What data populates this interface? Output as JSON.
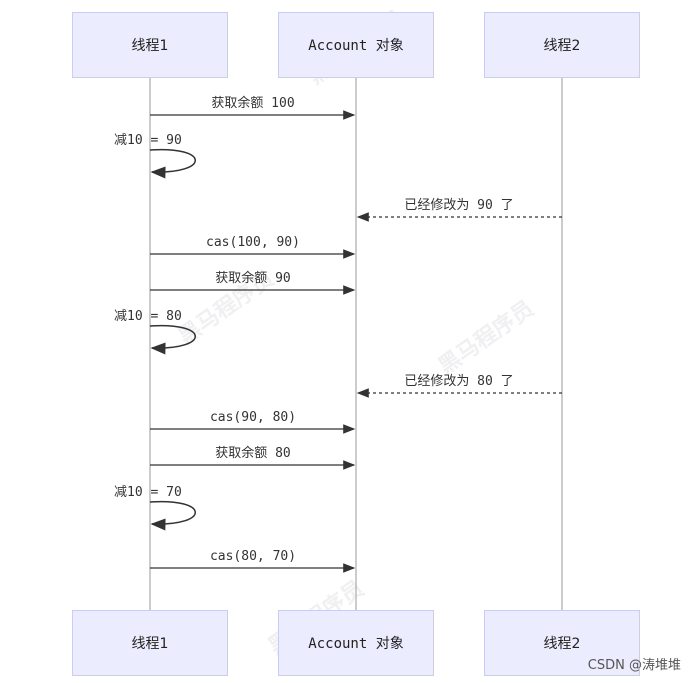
{
  "participants": {
    "thread1": "线程1",
    "account": "Account 对象",
    "thread2": "线程2"
  },
  "messages": [
    {
      "id": "m1",
      "text": "获取余额 100",
      "from": "thread1",
      "to": "account",
      "style": "solid"
    },
    {
      "id": "m2",
      "text": "减10 = 90",
      "from": "thread1",
      "to": "thread1",
      "style": "self"
    },
    {
      "id": "m3",
      "text": "已经修改为 90 了",
      "from": "thread2",
      "to": "account",
      "style": "dotted"
    },
    {
      "id": "m4",
      "text": "cas(100, 90)",
      "from": "thread1",
      "to": "account",
      "style": "solid"
    },
    {
      "id": "m5",
      "text": "获取余额 90",
      "from": "thread1",
      "to": "account",
      "style": "solid"
    },
    {
      "id": "m6",
      "text": "减10 = 80",
      "from": "thread1",
      "to": "thread1",
      "style": "self"
    },
    {
      "id": "m7",
      "text": "已经修改为 80 了",
      "from": "thread2",
      "to": "account",
      "style": "dotted"
    },
    {
      "id": "m8",
      "text": "cas(90, 80)",
      "from": "thread1",
      "to": "account",
      "style": "solid"
    },
    {
      "id": "m9",
      "text": "获取余额 80",
      "from": "thread1",
      "to": "account",
      "style": "solid"
    },
    {
      "id": "m10",
      "text": "减10 = 70",
      "from": "thread1",
      "to": "thread1",
      "style": "self"
    },
    {
      "id": "m11",
      "text": "cas(80, 70)",
      "from": "thread1",
      "to": "account",
      "style": "solid"
    }
  ],
  "watermark": "黑马程序员",
  "footer": "CSDN @涛堆堆",
  "colors": {
    "actor_fill": "#ECECFF",
    "actor_border": "#CCCCEE",
    "line": "#333333"
  }
}
